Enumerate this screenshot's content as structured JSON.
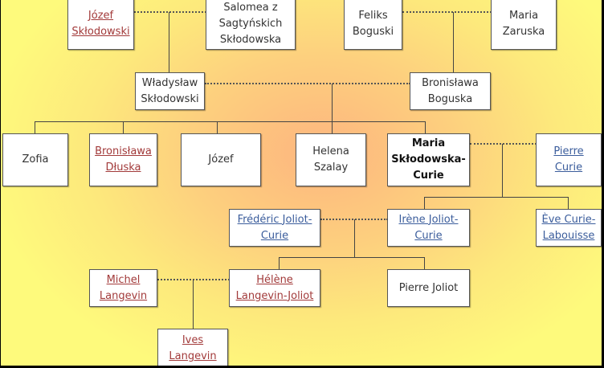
{
  "people": {
    "jozef_sr": "Józef Skłodowski",
    "salomea": "Salomea z Sagtyńskich Skłodowska",
    "feliks": "Feliks Boguski",
    "maria_zaruska": "Maria Zaruska",
    "wladyslaw": "Władysław Skłodowski",
    "bronislawa_b": "Bronisława Boguska",
    "zofia": "Zofia",
    "bronislawa_d": "Bronisława Dłuska",
    "jozef": "Józef",
    "helena": "Helena Szalay",
    "maria": "Maria Skłodowska-Curie",
    "pierre": "Pierre Curie",
    "frederic": "Frédéric Joliot-Curie",
    "irene": "Irène Joliot-Curie",
    "eve": "Ève Curie-Labouisse",
    "michel": "Michel Langevin",
    "helene": "Hélène Langevin-Joliot",
    "pierre_joliot": "Pierre Joliot",
    "ives": "Ives Langevin"
  },
  "colors": {
    "link_red": "#a23a3a",
    "link_blue": "#3b5d9c"
  }
}
